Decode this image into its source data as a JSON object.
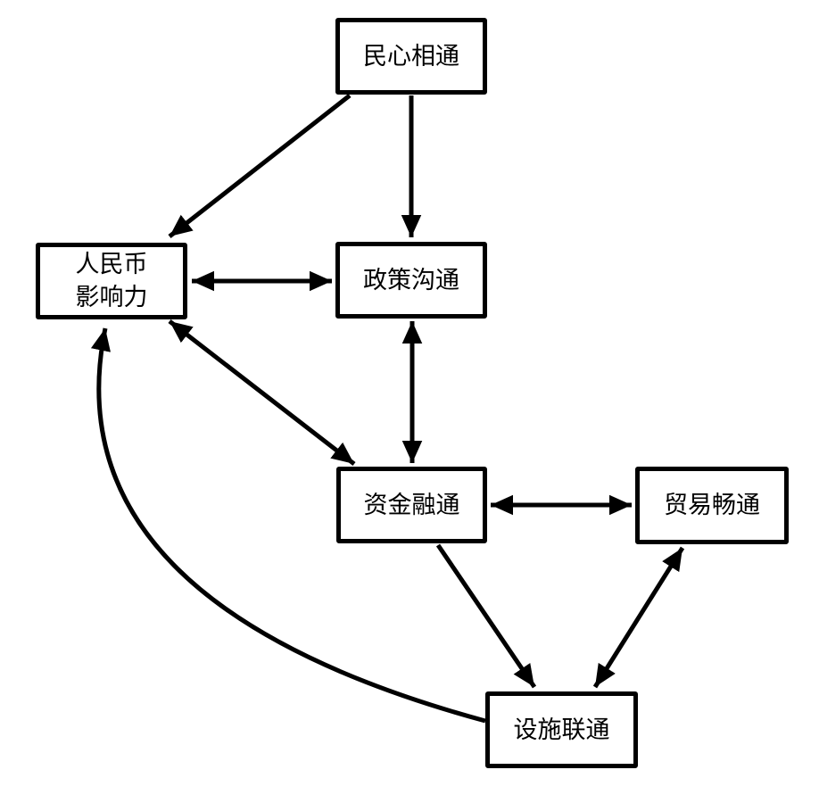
{
  "diagram": {
    "background_color": "#ffffff",
    "node_border_color": "#000000",
    "node_fill_color": "#ffffff",
    "arrow_color": "#000000",
    "nodes": [
      {
        "id": "minxin-xiangtong",
        "lines": [
          "民心相通"
        ]
      },
      {
        "id": "renminbi-yingxiangli",
        "lines": [
          "人民币",
          "影响力"
        ]
      },
      {
        "id": "zhengce-goutong",
        "lines": [
          "政策沟通"
        ]
      },
      {
        "id": "zijin-rongtong",
        "lines": [
          "资金融通"
        ]
      },
      {
        "id": "maoyi-changtong",
        "lines": [
          "贸易畅通"
        ]
      },
      {
        "id": "sheshi-liantong",
        "lines": [
          "设施联通"
        ]
      }
    ],
    "edges": [
      {
        "from": "民心相通",
        "to": "人民币影响力",
        "direction": "one-way",
        "style": "straight"
      },
      {
        "from": "民心相通",
        "to": "政策沟通",
        "direction": "one-way",
        "style": "straight"
      },
      {
        "from": "人民币影响力",
        "to": "政策沟通",
        "direction": "two-way",
        "style": "straight"
      },
      {
        "from": "人民币影响力",
        "to": "资金融通",
        "direction": "two-way",
        "style": "straight"
      },
      {
        "from": "政策沟通",
        "to": "资金融通",
        "direction": "two-way",
        "style": "straight"
      },
      {
        "from": "资金融通",
        "to": "贸易畅通",
        "direction": "two-way",
        "style": "straight"
      },
      {
        "from": "资金融通",
        "to": "设施联通",
        "direction": "one-way",
        "style": "straight"
      },
      {
        "from": "设施联通",
        "to": "贸易畅通",
        "direction": "two-way",
        "style": "straight"
      },
      {
        "from": "设施联通",
        "to": "人民币影响力",
        "direction": "one-way",
        "style": "curved"
      }
    ]
  }
}
